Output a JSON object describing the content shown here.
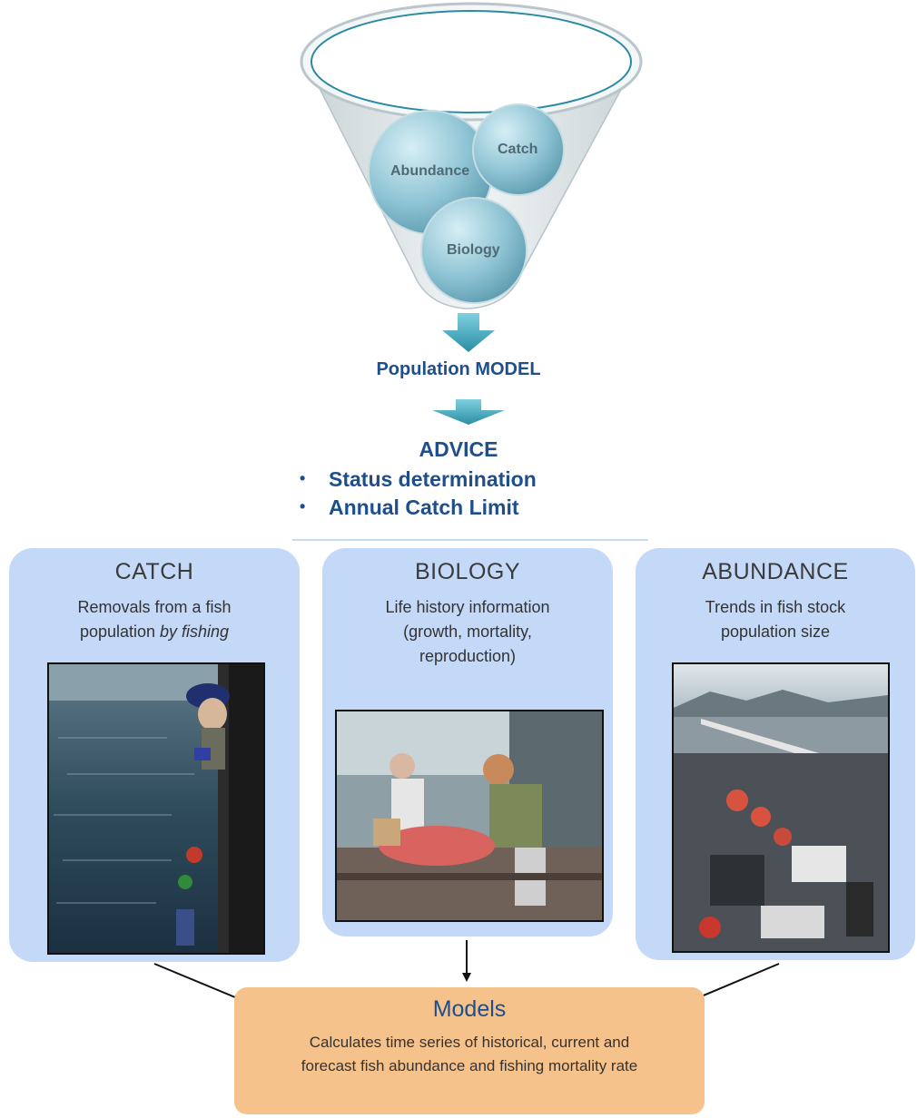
{
  "funnel": {
    "circles": {
      "abundance": "Abundance",
      "catch": "Catch",
      "biology": "Biology"
    }
  },
  "flow": {
    "model_label": "Population MODEL",
    "advice_title": "ADVICE",
    "advice_items": [
      "Status determination",
      "Annual Catch Limit"
    ],
    "bullet": "•"
  },
  "panels": {
    "catch": {
      "title": "CATCH",
      "desc_line1": "Removals from a fish",
      "desc_line2_prefix": "population ",
      "desc_line2_italic": "by fishing"
    },
    "biology": {
      "title": "BIOLOGY",
      "desc_lines": [
        "Life history information",
        "(growth, mortality,",
        "reproduction)"
      ]
    },
    "abundance": {
      "title": "ABUNDANCE",
      "desc_lines": [
        "Trends in fish stock",
        "population size"
      ]
    }
  },
  "models": {
    "title": "Models",
    "desc_lines": [
      "Calculates time series of historical, current and",
      "forecast fish abundance and fishing mortality rate"
    ]
  },
  "colors": {
    "accent_blue": "#1f4e8c",
    "panel_blue": "#c4d9f8",
    "models_orange": "#f6c28b",
    "arrow_teal": "#3aa0b5"
  }
}
